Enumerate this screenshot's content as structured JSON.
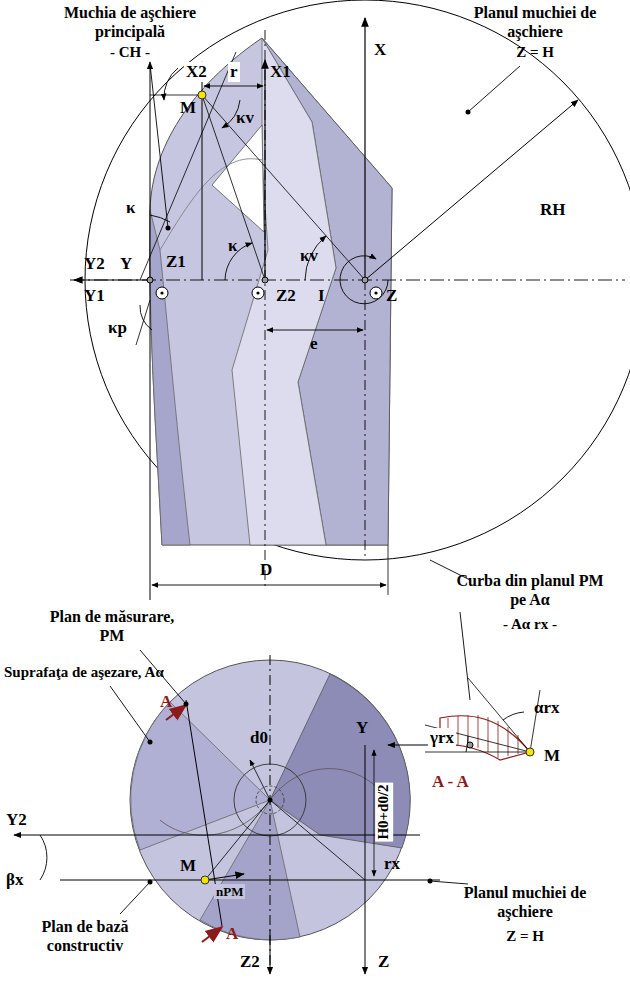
{
  "diagram": {
    "labels": [
      "Muchia de aşchiere principală",
      "- CH -",
      "Planul muchiei de aşchiere",
      "Z = H",
      "X2",
      "r",
      "X1",
      "X",
      "M",
      "κv",
      "κ",
      "κ",
      "κv",
      "RH",
      "Y2",
      "Y",
      "Z1",
      "Z2",
      "I",
      "Z",
      "Y1",
      "κp",
      "e",
      "D",
      "Curba din planul PM pe Aα",
      "- Aα rx -",
      "Plan de măsurare, PM",
      "Suprafaţa de aşezare, Aα",
      "A",
      "H0+d0/2",
      "Y",
      "A - A",
      "αrx",
      "γrx",
      "M",
      "d0",
      "Y2",
      "M",
      "βx",
      "nPM",
      "rx",
      "A",
      "Planul muchiei de aşchiere",
      "Z = H",
      "Plan de bază constructiv",
      "Z2",
      "Z"
    ]
  }
}
